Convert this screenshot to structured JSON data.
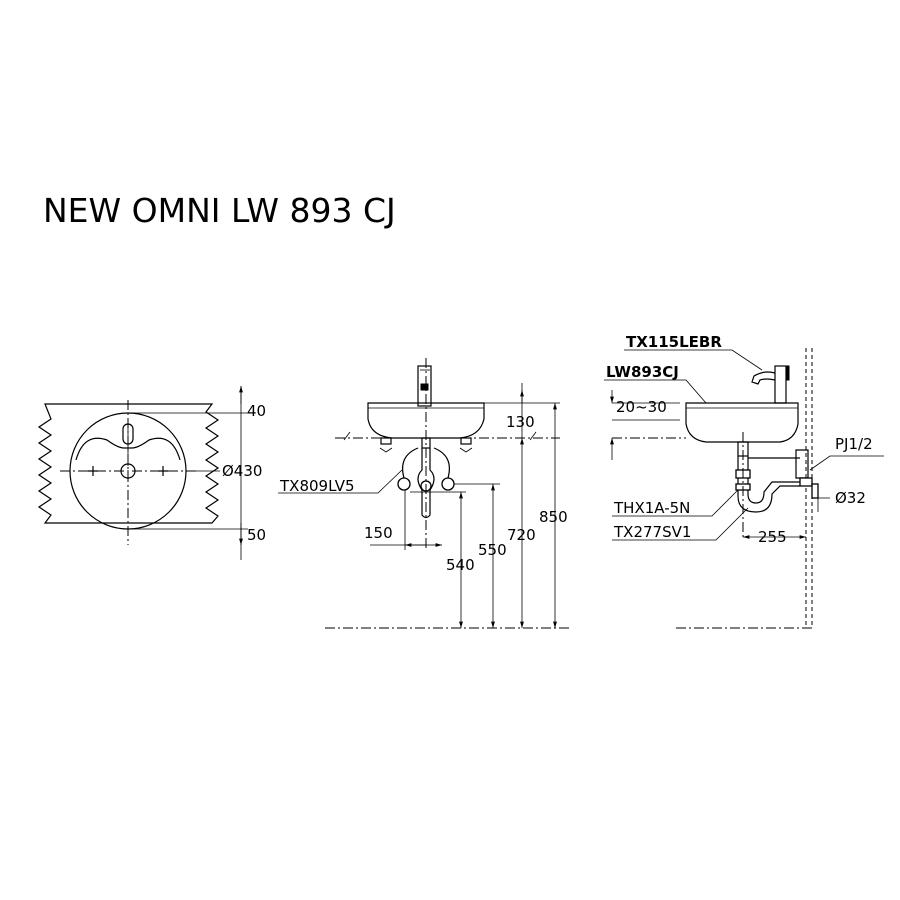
{
  "title": "NEW OMNI LW 893 CJ",
  "top_view": {
    "dims": {
      "top": "40",
      "diameter": "Ø430",
      "bottom": "50"
    }
  },
  "front_view": {
    "labels": {
      "trap": "TX809LV5"
    },
    "dims": {
      "rim": "130",
      "offset": "150",
      "h540": "540",
      "h550": "550",
      "h720": "720",
      "h850": "850"
    }
  },
  "side_view": {
    "labels": {
      "faucet": "TX115LEBR",
      "basin": "LW893CJ",
      "thickness": "20~30",
      "pj": "PJ1/2",
      "valve": "THX1A-5N",
      "trap": "TX277SV1"
    },
    "dims": {
      "depth": "255",
      "pipe": "Ø32"
    }
  }
}
